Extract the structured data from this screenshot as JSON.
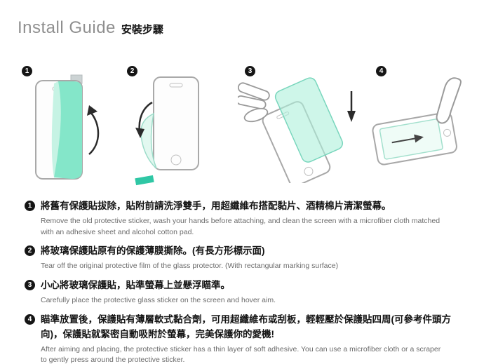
{
  "header": {
    "title_en": "Install Guide",
    "title_zh": "安裝步驟"
  },
  "figures": [
    {
      "number": "1"
    },
    {
      "number": "2"
    },
    {
      "number": "3"
    },
    {
      "number": "4"
    }
  ],
  "instructions": [
    {
      "number": "1",
      "zh": "將舊有保護貼拔除，貼附前請洗淨雙手，用超纖維布搭配黏片、酒精棉片清潔螢幕。",
      "en": "Remove the old protective sticker, wash your hands before attaching, and clean the screen with a microfiber cloth matched with an adhesive sheet and alcohol cotton pad."
    },
    {
      "number": "2",
      "zh": "將玻璃保護貼原有的保護薄膜撕除。(有長方形標示面)",
      "en": "Tear off the original protective film of the glass protector. (With rectangular marking surface)"
    },
    {
      "number": "3",
      "zh": "小心將玻璃保護貼，貼準螢幕上並懸浮瞄準。",
      "en": "Carefully place the protective glass sticker on the screen and hover aim."
    },
    {
      "number": "4",
      "zh": "瞄準放置後，保護貼有薄層軟式黏合劑，可用超纖維布或刮板，輕輕壓於保護貼四周(可參考件頭方向)，保護貼就緊密自動吸附於螢幕，完美保護你的愛機!",
      "en": "After aiming and placing, the protective sticker has a thin layer of soft adhesive. You can use a microfiber cloth or a scraper to gently press around the protective sticker."
    }
  ],
  "colors": {
    "film_mint": "#84e6c9",
    "film_light": "#c6f3e4",
    "tab_teal": "#2fc7a5",
    "outline_gray": "#a9a9a9",
    "badge_black": "#151515"
  }
}
